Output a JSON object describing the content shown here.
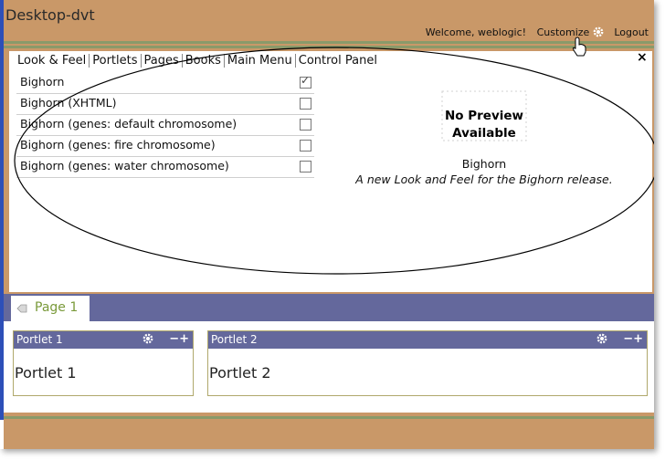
{
  "header": {
    "title": "Desktop-dvt",
    "welcome": "Welcome, weblogic!",
    "customize": "Customize",
    "logout": "Logout"
  },
  "customize_panel": {
    "tabs": [
      "Look & Feel",
      "Portlets",
      "Pages",
      "Books",
      "Main Menu",
      "Control Panel"
    ],
    "skins": [
      {
        "label": "Bighorn",
        "checked": true
      },
      {
        "label": "Bighorn (XHTML)",
        "checked": false
      },
      {
        "label": "Bighorn (genes: default chromosome)",
        "checked": false
      },
      {
        "label": "Bighorn (genes: fire chromosome)",
        "checked": false
      },
      {
        "label": "Bighorn (genes: water chromosome)",
        "checked": false
      }
    ],
    "preview_line1": "No Preview",
    "preview_line2": "Available",
    "selected_name": "Bighorn",
    "selected_description": "A new Look and Feel for the Bighorn release.",
    "close_glyph": "×"
  },
  "page_tab": {
    "label": "Page 1"
  },
  "portlets": [
    {
      "title": "Portlet 1",
      "body": "Portlet 1",
      "controls": "−+"
    },
    {
      "title": "Portlet 2",
      "body": "Portlet 2",
      "controls": "−+"
    }
  ],
  "colors": {
    "header_bg": "#c99868",
    "bar_bg": "#64689c",
    "tab_text": "#7a9a3a",
    "left_edge": "#2d4fb8"
  }
}
